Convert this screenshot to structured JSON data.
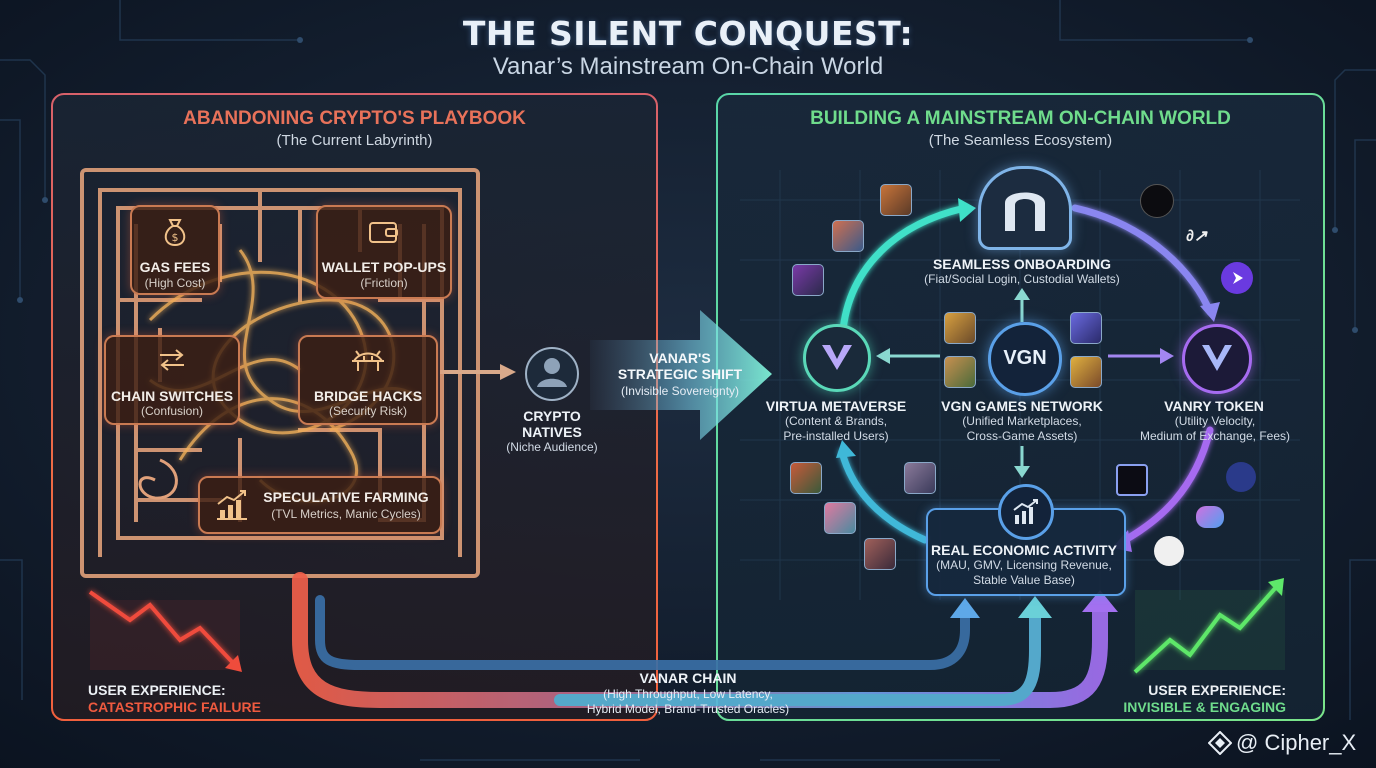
{
  "title": "THE SILENT CONQUEST:",
  "subtitle": "Vanar’s Mainstream On-Chain World",
  "left_panel": {
    "heading": "ABANDONING CRYPTO'S PLAYBOOK",
    "subheading": "(The Current Labyrinth)",
    "boxes": [
      {
        "label": "GAS FEES",
        "sub": "(High Cost)",
        "icon": "money-bag-icon"
      },
      {
        "label": "WALLET POP-UPS",
        "sub": "(Friction)",
        "icon": "wallet-icon"
      },
      {
        "label": "CHAIN SWITCHES",
        "sub": "(Confusion)",
        "icon": "swap-arrows-icon"
      },
      {
        "label": "BRIDGE HACKS",
        "sub": "(Security Risk)",
        "icon": "bridge-icon"
      },
      {
        "label": "SPECULATIVE FARMING",
        "sub": "(TVL Metrics, Manic Cycles)",
        "icon": "bar-chart-up-icon"
      }
    ],
    "footer_line1": "USER EXPERIENCE:",
    "footer_line2": "CATASTROPHIC FAILURE"
  },
  "middle": {
    "crypto_natives_line1": "CRYPTO",
    "crypto_natives_line2": "NATIVES",
    "crypto_natives_sub": "(Niche Audience)",
    "shift_line1": "VANAR'S",
    "shift_line2": "STRATEGIC SHIFT",
    "shift_sub": "(Invisible Sovereignty)"
  },
  "right_panel": {
    "heading": "BUILDING A MAINSTREAM ON-CHAIN WORLD",
    "subheading": "(The Seamless Ecosystem)",
    "onboarding": {
      "label": "SEAMLESS ONBOARDING",
      "sub": "(Fiat/Social Login, Custodial Wallets)"
    },
    "virtua": {
      "label": "VIRTUA METAVERSE",
      "sub1": "(Content & Brands,",
      "sub2": "Pre-installed Users)"
    },
    "vgn": {
      "badge": "VGN",
      "label": "VGN GAMES NETWORK",
      "sub1": "(Unified Marketplaces,",
      "sub2": "Cross-Game Assets)"
    },
    "vanry": {
      "label": "VANRY TOKEN",
      "sub1": "(Utility Velocity,",
      "sub2": "Medium of Exchange, Fees)"
    },
    "economic": {
      "label": "REAL ECONOMIC ACTIVITY",
      "sub1": "(MAU, GMV, Licensing Revenue,",
      "sub2": "Stable Value Base)"
    },
    "footer_line1": "USER EXPERIENCE:",
    "footer_line2": "INVISIBLE & ENGAGING"
  },
  "chain": {
    "label": "VANAR CHAIN",
    "sub1": "(High Throughput, Low Latency,",
    "sub2": "Hybrid Model, Brand-Trusted Oracles)"
  },
  "watermark": "@ Cipher_X",
  "colors": {
    "red": "#ef6b55",
    "green": "#6fdc8c",
    "blue": "#5aa0e8",
    "purple": "#a66bf0",
    "teal": "#3fd0c0"
  }
}
